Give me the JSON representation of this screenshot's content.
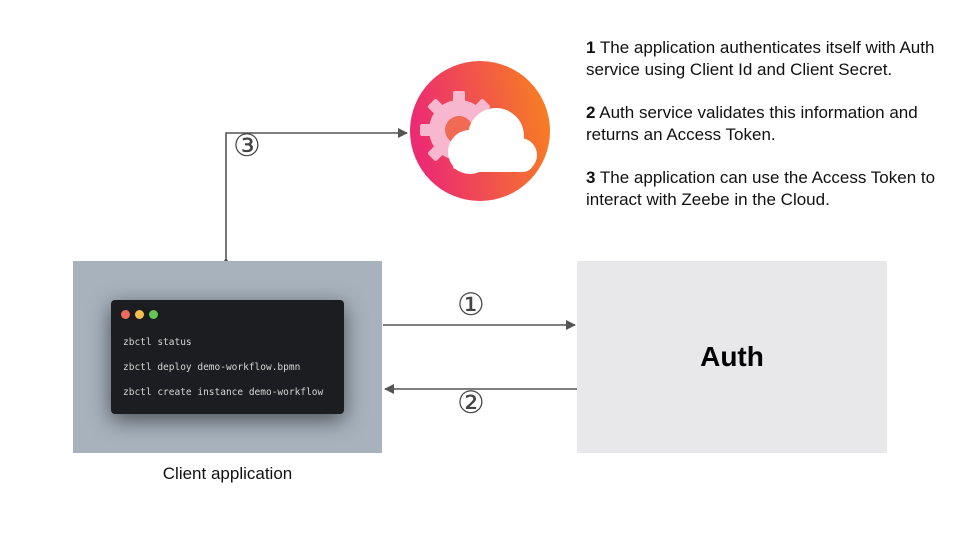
{
  "client": {
    "label": "Client application",
    "commands": [
      "zbctl status",
      "zbctl deploy demo-workflow.bpmn",
      "zbctl create instance demo-workflow"
    ]
  },
  "auth": {
    "label": "Auth"
  },
  "markers": {
    "one": "①",
    "two": "②",
    "three": "③"
  },
  "steps": [
    {
      "num": "1",
      "text": "The application authenticates itself with Auth service using Client Id and Client Secret."
    },
    {
      "num": "2",
      "text": "Auth service validates this information and returns an Access Token."
    },
    {
      "num": "3",
      "text": "The application can use the Access Token to interact with Zeebe in the Cloud."
    }
  ],
  "colors": {
    "client_bg": "#a7b2bd",
    "auth_bg": "#e8e8ea",
    "logo_gradient": [
      "#ec2b72",
      "#f7831e"
    ],
    "arrow": "#555555"
  },
  "icons": [
    "cloud-gear-logo-icon"
  ]
}
